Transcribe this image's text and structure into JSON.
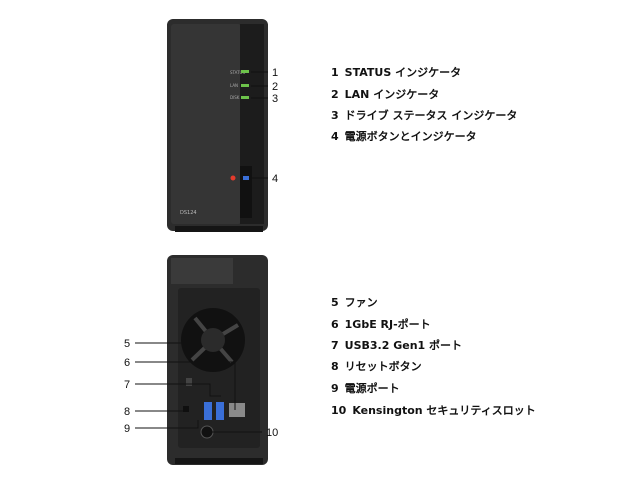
{
  "device": {
    "model_label": "DS124",
    "front_led_labels": [
      "STATUS",
      "LAN",
      "DISK"
    ]
  },
  "front": {
    "callouts": [
      "1",
      "2",
      "3",
      "4"
    ],
    "legend": [
      {
        "num": "1",
        "text": "STATUS インジケータ"
      },
      {
        "num": "2",
        "text": "LAN インジケータ"
      },
      {
        "num": "3",
        "text": "ドライブ ステータス インジケータ"
      },
      {
        "num": "4",
        "text": "電源ボタンとインジケータ"
      }
    ]
  },
  "back": {
    "callouts": [
      "5",
      "6",
      "7",
      "8",
      "9",
      "10"
    ],
    "legend": [
      {
        "num": "5",
        "text": "ファン"
      },
      {
        "num": "6",
        "text": "1GbE RJ-ポート"
      },
      {
        "num": "7",
        "text": "USB3.2 Gen1 ポート"
      },
      {
        "num": "8",
        "text": "リセットボタン"
      },
      {
        "num": "9",
        "text": "電源ポート"
      },
      {
        "num": "10",
        "text": "Kensington セキュリティスロット"
      }
    ]
  },
  "colors": {
    "body": "#2a2a2a",
    "body_dark": "#1a1a1a",
    "led_green": "#6cc24a",
    "power_led": "#e53b2c",
    "usb_blue": "#3a6fd8"
  }
}
